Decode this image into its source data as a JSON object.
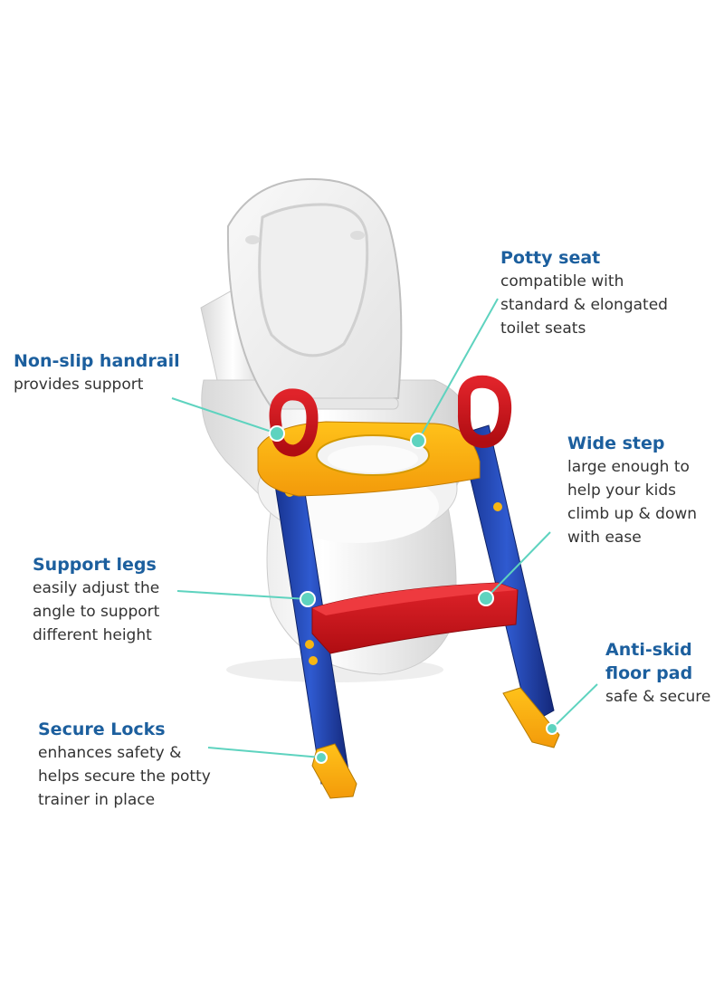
{
  "colors": {
    "title": "#1c5f9e",
    "text": "#333333",
    "leader": "#5ed3bf",
    "seat_yellow": "#f7b613",
    "step_red": "#d9141b",
    "leg_blue": "#1d3fa8",
    "toilet_white": "#f4f4f4"
  },
  "callouts": {
    "potty_seat": {
      "title": "Potty seat",
      "desc": [
        "compatible with",
        "standard & elongated",
        "toilet seats"
      ]
    },
    "handrail": {
      "title": "Non-slip handrail",
      "desc": [
        "provides support"
      ]
    },
    "wide_step": {
      "title": "Wide step",
      "desc": [
        "large enough to",
        "help your kids",
        "climb up & down",
        "with ease"
      ]
    },
    "support_legs": {
      "title": "Support legs",
      "desc": [
        "easily adjust the",
        "angle to support",
        "different height"
      ]
    },
    "anti_skid": {
      "title": [
        "Anti-skid",
        "floor pad"
      ],
      "desc": [
        "safe & secure"
      ]
    },
    "secure_locks": {
      "title": "Secure Locks",
      "desc": [
        "enhances safety &",
        "helps secure the potty",
        "trainer in place"
      ]
    }
  }
}
